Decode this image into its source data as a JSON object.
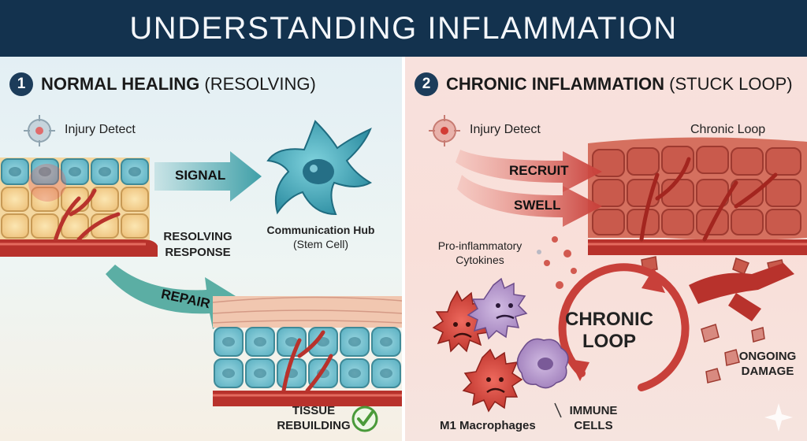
{
  "header": {
    "title": "UNDERSTANDING INFLAMMATION"
  },
  "left_panel": {
    "number": "1",
    "title_bold": "NORMAL HEALING",
    "title_sub": "(RESOLVING)",
    "injury_label": "Injury Detect",
    "signal_label": "SIGNAL",
    "hub_label": "Communication Hub",
    "hub_sub": "(Stem Cell)",
    "resolving_line1": "RESOLVING",
    "resolving_line2": "RESPONSE",
    "repair_label": "REPAIR",
    "tissue_line1": "TISSUE",
    "tissue_line2": "REBUILDING"
  },
  "right_panel": {
    "number": "2",
    "title_bold": "CHRONIC INFLAMMATION",
    "title_sub": "(STUCK LOOP)",
    "injury_label": "Injury Detect",
    "chronic_loop_label": "Chronic Loop",
    "recruit_label": "RECRUIT",
    "swell_label": "SWELL",
    "cytokines_line1": "Pro-inflammatory",
    "cytokines_line2": "Cytokines",
    "loop_line1": "CHRONIC",
    "loop_line2": "LOOP",
    "damage_line1": "ONGOING",
    "damage_line2": "DAMAGE",
    "immune_line1": "IMMUNE",
    "immune_line2": "CELLS",
    "macrophages_label": "M1 Macrophages"
  },
  "colors": {
    "header_bg": "#13324e",
    "healing_teal": "#3fa0a8",
    "inflammation_red": "#c8403a",
    "vessel_red": "#b8322c",
    "check_green": "#4a9a3a",
    "macrophage_purple": "#9c7ab8"
  }
}
